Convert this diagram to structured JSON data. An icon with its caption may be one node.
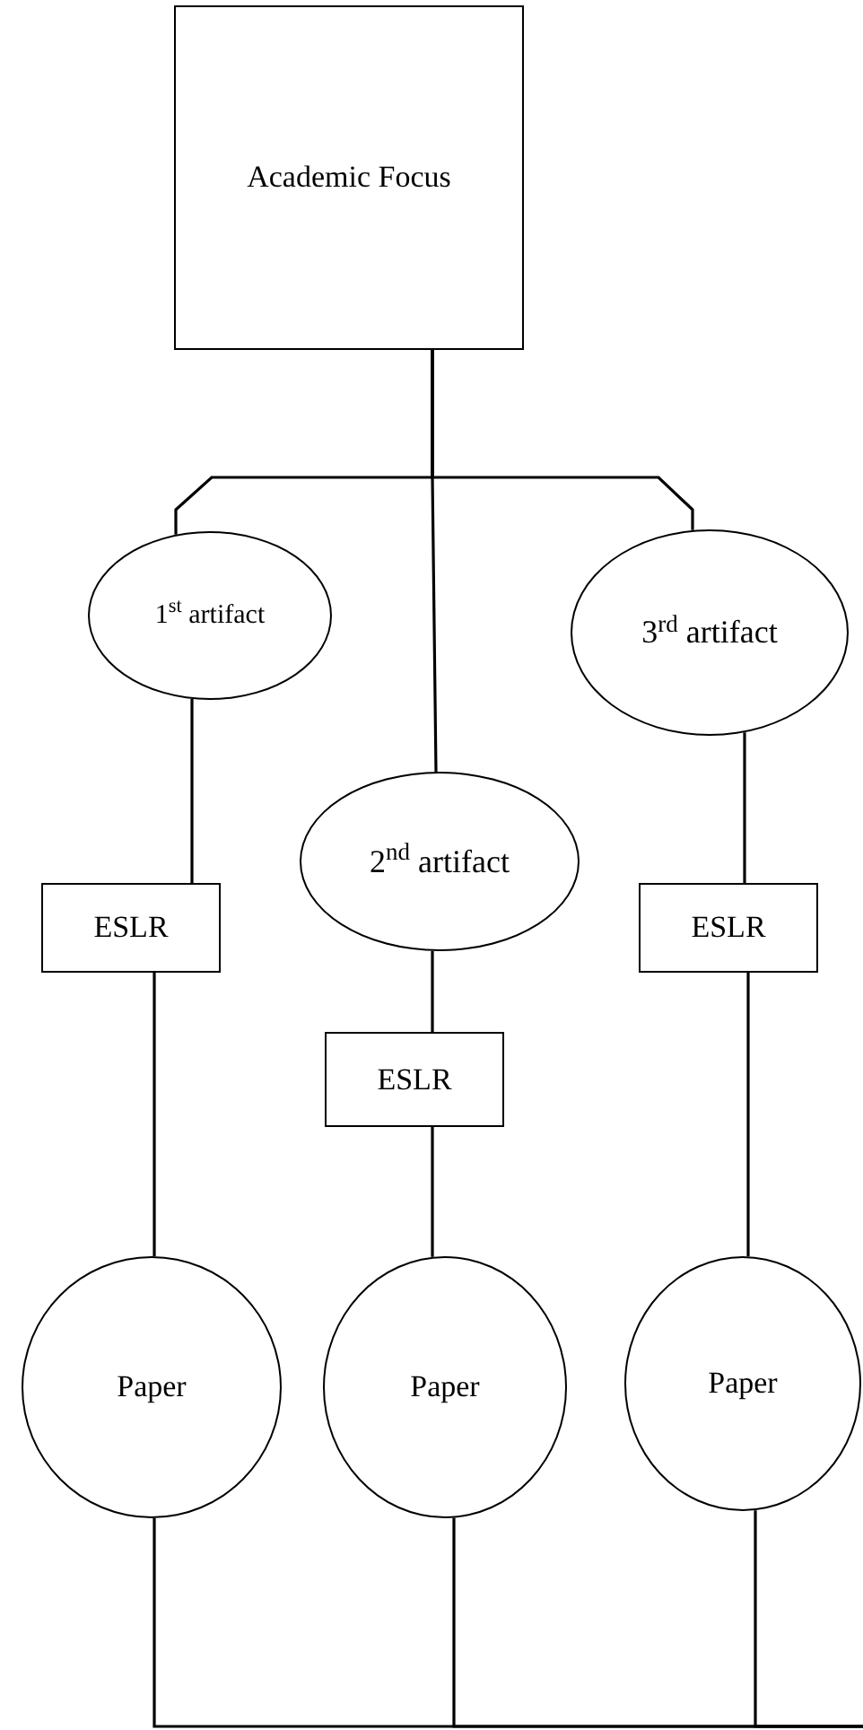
{
  "diagram": {
    "nodes": [
      {
        "text": [
          "Academic Focus"
        ]
      },
      {
        "text": [
          "1$^{st}$ artifact"
        ]
      },
      {
        "text": [
          "2$^{nd}$ artifact"
        ]
      },
      {
        "text": [
          "3$^{rd}$ artifact"
        ]
      },
      {
        "text": [
          "ESLR"
        ]
      },
      {
        "text": [
          "ESLR"
        ]
      },
      {
        "text": [
          "ESLR"
        ]
      },
      {
        "text": [
          "Paper"
        ]
      },
      {
        "text": [
          "Paper"
        ]
      },
      {
        "text": [
          "Paper"
        ]
      }
    ],
    "edges": [
      {
        "from": 0,
        "to": 1,
        "arrow": "none"
      },
      {
        "from": 0,
        "to": 2,
        "arrow": "none"
      },
      {
        "from": 0,
        "to": 3,
        "arrow": "none"
      },
      {
        "from": 1,
        "to": 4,
        "arrow": "none"
      },
      {
        "from": 2,
        "to": 5,
        "arrow": "none"
      },
      {
        "from": 3,
        "to": 6,
        "arrow": "none"
      },
      {
        "from": 4,
        "to": 7,
        "arrow": "none"
      },
      {
        "from": 5,
        "to": 8,
        "arrow": "none"
      },
      {
        "from": 6,
        "to": 9,
        "arrow": "none"
      },
      {
        "from": 7,
        "to": null,
        "arrow": "none"
      },
      {
        "from": 8,
        "to": null,
        "arrow": "none"
      },
      {
        "from": 9,
        "to": null,
        "arrow": "none"
      }
    ]
  }
}
